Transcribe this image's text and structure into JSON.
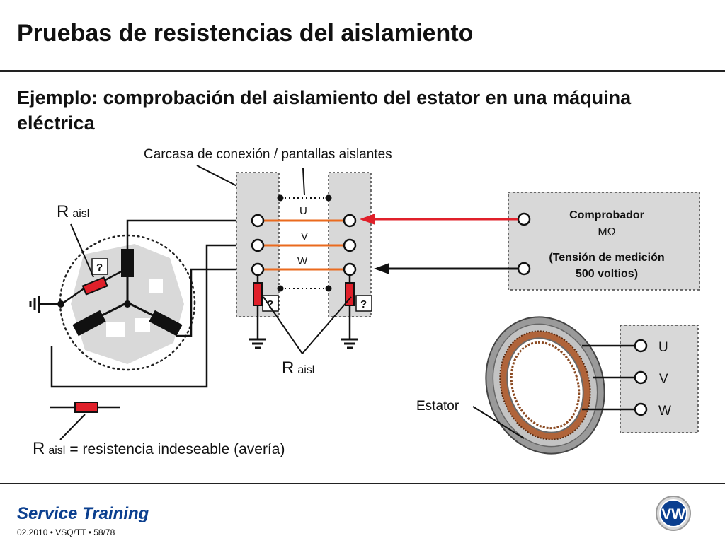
{
  "slide": {
    "title": "Pruebas de resistencias del aislamiento",
    "subtitle": "Ejemplo: comprobación del aislamiento del estator en una máquina eléctrica"
  },
  "diagram": {
    "housing_label": "Carcasa de conexión / pantallas aislantes",
    "r_main": "R",
    "r_sub": "aisl",
    "question": "?",
    "terminals": [
      "U",
      "V",
      "W"
    ],
    "tester": {
      "name": "Comprobador",
      "unit": "MΩ",
      "voltage_line1": "(Tensión de medición",
      "voltage_line2": "500 voltios)"
    },
    "stator_label": "Estator",
    "legend_text": "= resistencia indeseable (avería)"
  },
  "footer": {
    "brand": "Service Training",
    "info": "02.2010 • VSQ/TT • 58/78",
    "logo_text": "VW"
  },
  "colors": {
    "accent_blue": "#0b3f8f",
    "wire_orange": "#ea6a1e",
    "resistor_red": "#e0202a",
    "box_gray": "#d8d8d8"
  }
}
